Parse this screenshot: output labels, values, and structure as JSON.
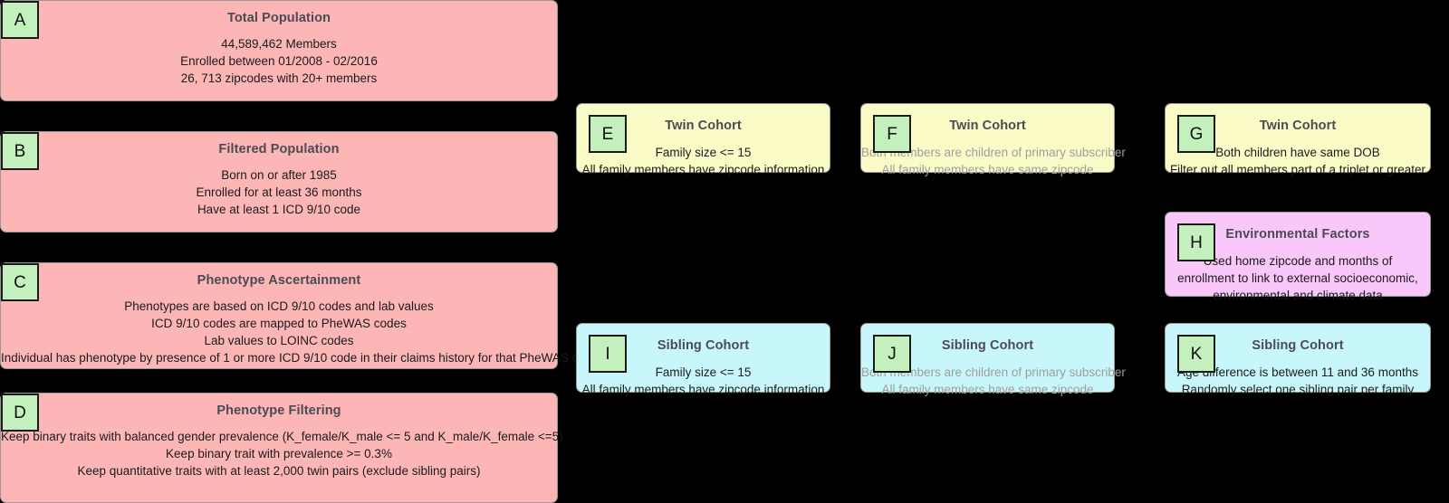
{
  "diagram": {
    "background": "#000000",
    "palette": {
      "pink": "#fcb6b6",
      "yellow": "#fbfbc8",
      "cyan": "#c8f7fb",
      "violet": "#f9c7f9",
      "badge_green": "#c3f0bd",
      "title_text": "#4b4b55",
      "body_text": "#1b1b1b",
      "muted_text": "#9e9e9e"
    },
    "nodes": {
      "a": {
        "badge": "A",
        "title": "Total Population",
        "lines": [
          "44,589,462 Members",
          "Enrolled between 01/2008 - 02/2016",
          "26, 713 zipcodes with 20+ members"
        ]
      },
      "b": {
        "badge": "B",
        "title": "Filtered Population",
        "lines": [
          "Born on or after 1985",
          "Enrolled for at least 36 months",
          "Have at least 1 ICD 9/10 code"
        ]
      },
      "c": {
        "badge": "C",
        "title": "Phenotype Ascertainment",
        "lines": [
          "Phenotypes are based on ICD 9/10 codes and lab values",
          "ICD 9/10 codes are mapped to PheWAS codes",
          "Lab values to LOINC codes",
          "Individual has phenotype by presence of 1 or more ICD 9/10 code in their claims history for that PheWAS code"
        ]
      },
      "d": {
        "badge": "D",
        "title": "Phenotype Filtering",
        "lines": [
          "Keep binary traits with balanced gender prevalence (K_female/K_male <= 5 and K_male/K_female <=5)",
          "Keep binary trait with prevalence >= 0.3%",
          "Keep quantitative traits with at least 2,000 twin pairs (exclude sibling pairs)"
        ]
      },
      "e": {
        "badge": "E",
        "title": "Twin Cohort",
        "lines": [
          "Family size <= 15",
          "All family members have zipcode information"
        ]
      },
      "f": {
        "badge": "F",
        "title": "Twin Cohort",
        "lines": [
          "Both members are children of primary subscriber",
          "All family members have same zipcode"
        ]
      },
      "g": {
        "badge": "G",
        "title": "Twin Cohort",
        "lines": [
          "Both children have same DOB",
          "Filter out all members part of a triplet or greater"
        ]
      },
      "h": {
        "badge": "H",
        "title": "Environmental Factors",
        "lines": [
          "Used home zipcode and months of enrollment to link to external socioeconomic, environmental and climate data"
        ]
      },
      "i": {
        "badge": "I",
        "title": "Sibling Cohort",
        "lines": [
          "Family size <= 15",
          "All family members have zipcode information"
        ]
      },
      "j": {
        "badge": "J",
        "title": "Sibling Cohort",
        "lines": [
          "Both members are children of primary subscriber",
          "All family members have same zipcode"
        ]
      },
      "k": {
        "badge": "K",
        "title": "Sibling Cohort",
        "lines": [
          "Age difference is between 11 and 36 months",
          "Randomly select one sibling pair per family"
        ]
      }
    }
  }
}
